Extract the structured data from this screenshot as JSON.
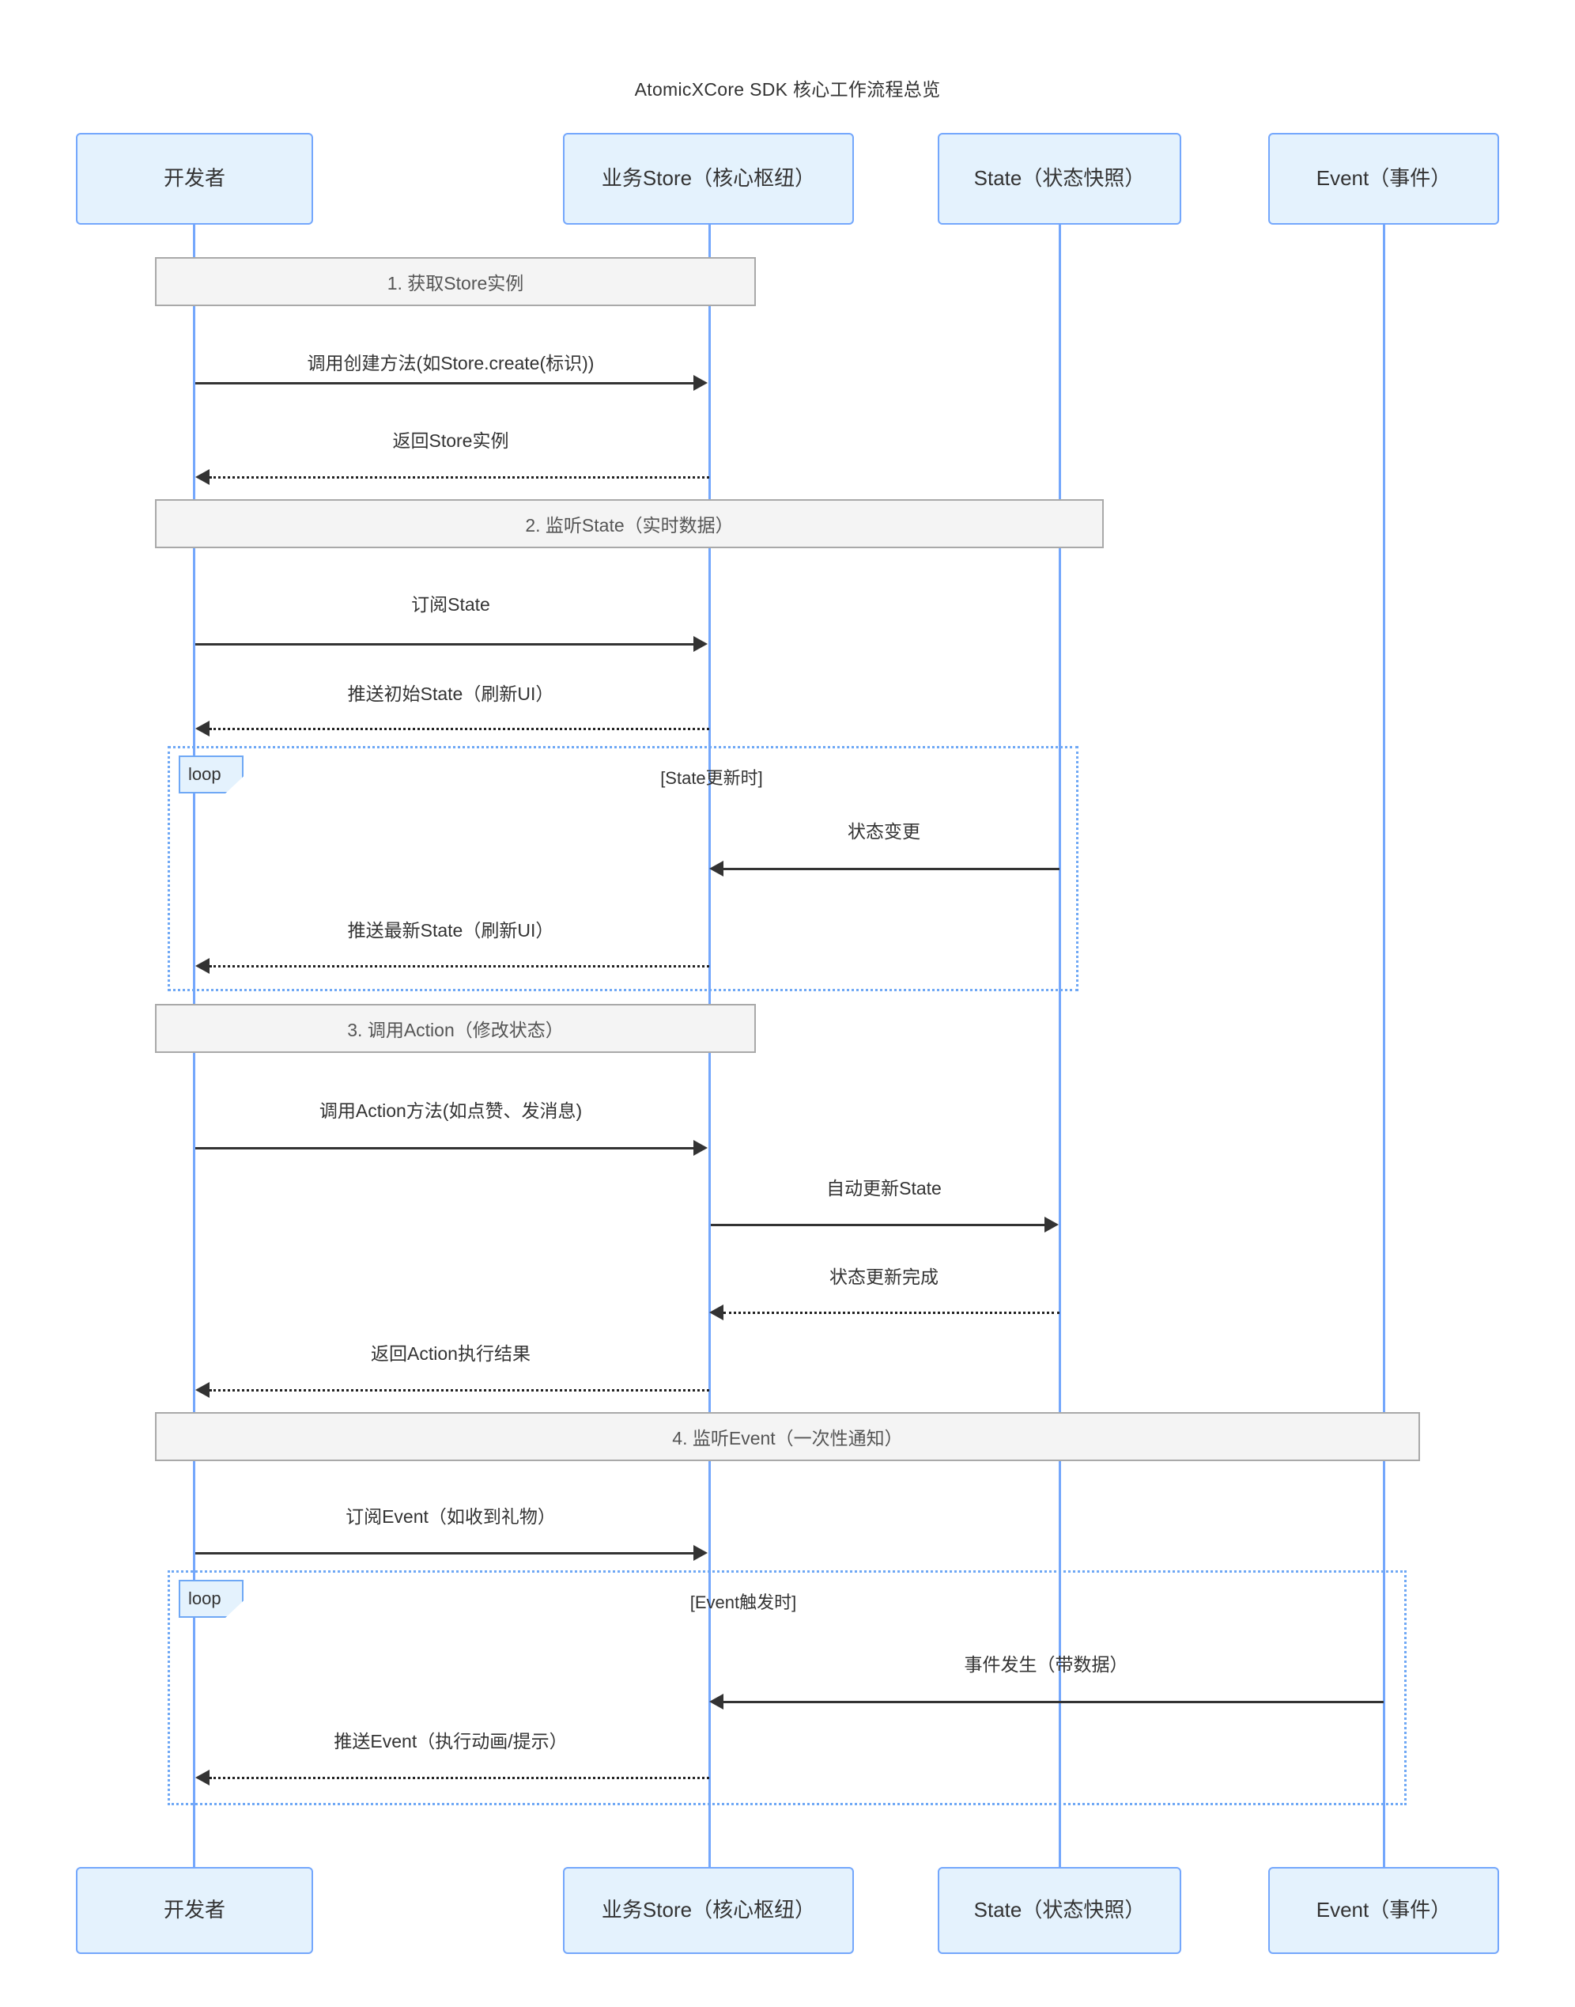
{
  "diagram": {
    "title": "AtomicXCore SDK 核心工作流程总览",
    "type": "sequence-diagram",
    "colors": {
      "actor_fill": "#e4f2fd",
      "actor_border": "#74a7fc",
      "lifeline": "#74a7fc",
      "section_fill": "#f4f4f4",
      "section_border": "#a9a9a9",
      "loop_border": "#6fa8f5",
      "message": "#333333"
    }
  },
  "participants": [
    {
      "id": "dev",
      "label": "开发者"
    },
    {
      "id": "store",
      "label": "业务Store（核心枢纽）"
    },
    {
      "id": "state",
      "label": "State（状态快照）"
    },
    {
      "id": "event",
      "label": "Event（事件）"
    }
  ],
  "sections": [
    {
      "id": "s1",
      "label": "1. 获取Store实例"
    },
    {
      "id": "s2",
      "label": "2. 监听State（实时数据）"
    },
    {
      "id": "s3",
      "label": "3. 调用Action（修改状态）"
    },
    {
      "id": "s4",
      "label": "4. 监听Event（一次性通知）"
    }
  ],
  "loops": [
    {
      "id": "loop1",
      "keyword": "loop",
      "condition": "[State更新时]"
    },
    {
      "id": "loop2",
      "keyword": "loop",
      "condition": "[Event触发时]"
    }
  ],
  "messages": [
    {
      "id": "m1",
      "text": "调用创建方法(如Store.create(标识))",
      "from": "dev",
      "to": "store",
      "style": "solid",
      "dir": "right"
    },
    {
      "id": "m2",
      "text": "返回Store实例",
      "from": "store",
      "to": "dev",
      "style": "dashed",
      "dir": "left"
    },
    {
      "id": "m3",
      "text": "订阅State",
      "from": "dev",
      "to": "store",
      "style": "solid",
      "dir": "right"
    },
    {
      "id": "m4",
      "text": "推送初始State（刷新UI）",
      "from": "store",
      "to": "dev",
      "style": "dashed",
      "dir": "left"
    },
    {
      "id": "m5",
      "text": "状态变更",
      "from": "state",
      "to": "store",
      "style": "solid",
      "dir": "left"
    },
    {
      "id": "m6",
      "text": "推送最新State（刷新UI）",
      "from": "store",
      "to": "dev",
      "style": "dashed",
      "dir": "left"
    },
    {
      "id": "m7",
      "text": "调用Action方法(如点赞、发消息)",
      "from": "dev",
      "to": "store",
      "style": "solid",
      "dir": "right"
    },
    {
      "id": "m8",
      "text": "自动更新State",
      "from": "store",
      "to": "state",
      "style": "solid",
      "dir": "right"
    },
    {
      "id": "m9",
      "text": "状态更新完成",
      "from": "state",
      "to": "store",
      "style": "dashed",
      "dir": "left"
    },
    {
      "id": "m10",
      "text": "返回Action执行结果",
      "from": "store",
      "to": "dev",
      "style": "dashed",
      "dir": "left"
    },
    {
      "id": "m11",
      "text": "订阅Event（如收到礼物）",
      "from": "dev",
      "to": "store",
      "style": "solid",
      "dir": "right"
    },
    {
      "id": "m12",
      "text": "事件发生（带数据）",
      "from": "event",
      "to": "store",
      "style": "solid",
      "dir": "left"
    },
    {
      "id": "m13",
      "text": "推送Event（执行动画/提示）",
      "from": "store",
      "to": "dev",
      "style": "dashed",
      "dir": "left"
    }
  ]
}
